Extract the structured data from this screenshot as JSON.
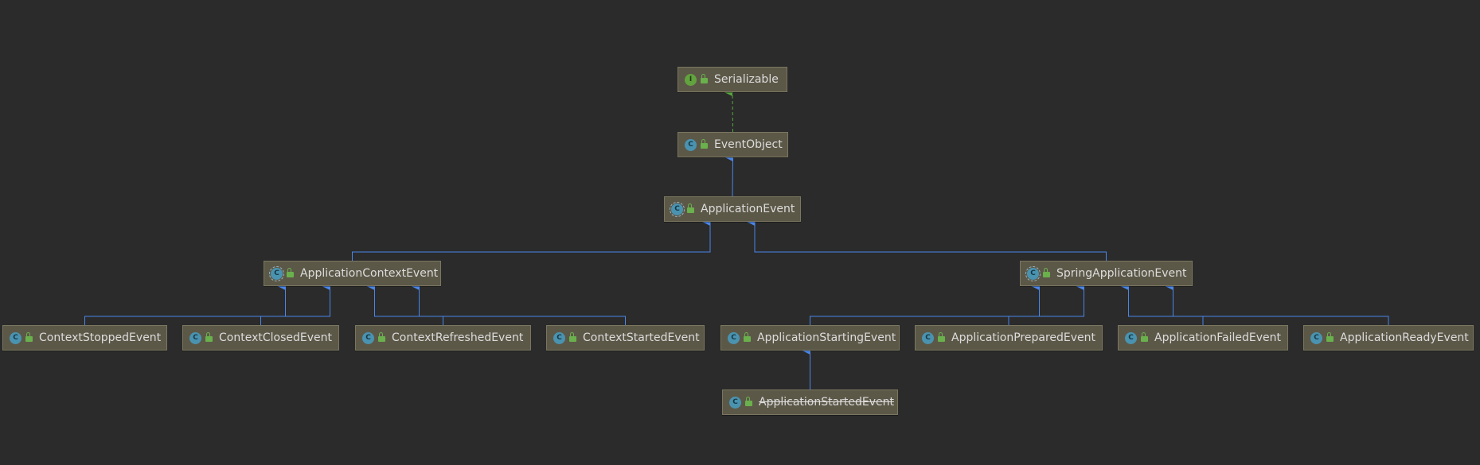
{
  "diagram": {
    "nodes": {
      "serializable": {
        "label": "Serializable",
        "kind": "interface",
        "badge": "I"
      },
      "event_object": {
        "label": "EventObject",
        "kind": "class",
        "badge": "C"
      },
      "application_event": {
        "label": "ApplicationEvent",
        "kind": "abstract",
        "badge": "C"
      },
      "application_context_event": {
        "label": "ApplicationContextEvent",
        "kind": "abstract",
        "badge": "C"
      },
      "spring_application_event": {
        "label": "SpringApplicationEvent",
        "kind": "abstract",
        "badge": "C"
      },
      "context_stopped_event": {
        "label": "ContextStoppedEvent",
        "kind": "class",
        "badge": "C"
      },
      "context_closed_event": {
        "label": "ContextClosedEvent",
        "kind": "class",
        "badge": "C"
      },
      "context_refreshed_event": {
        "label": "ContextRefreshedEvent",
        "kind": "class",
        "badge": "C"
      },
      "context_started_event": {
        "label": "ContextStartedEvent",
        "kind": "class",
        "badge": "C"
      },
      "application_starting_event": {
        "label": "ApplicationStartingEvent",
        "kind": "class",
        "badge": "C"
      },
      "application_prepared_event": {
        "label": "ApplicationPreparedEvent",
        "kind": "class",
        "badge": "C"
      },
      "application_failed_event": {
        "label": "ApplicationFailedEvent",
        "kind": "class",
        "badge": "C"
      },
      "application_ready_event": {
        "label": "ApplicationReadyEvent",
        "kind": "class",
        "badge": "C"
      },
      "application_started_event": {
        "label": "ApplicationStartedEvent",
        "kind": "class",
        "badge": "C",
        "deprecated": true
      }
    },
    "relations": [
      {
        "from": "event_object",
        "to": "serializable",
        "type": "implements"
      },
      {
        "from": "application_event",
        "to": "event_object",
        "type": "extends"
      },
      {
        "from": "application_context_event",
        "to": "application_event",
        "type": "extends"
      },
      {
        "from": "spring_application_event",
        "to": "application_event",
        "type": "extends"
      },
      {
        "from": "context_stopped_event",
        "to": "application_context_event",
        "type": "extends"
      },
      {
        "from": "context_closed_event",
        "to": "application_context_event",
        "type": "extends"
      },
      {
        "from": "context_refreshed_event",
        "to": "application_context_event",
        "type": "extends"
      },
      {
        "from": "context_started_event",
        "to": "application_context_event",
        "type": "extends"
      },
      {
        "from": "application_starting_event",
        "to": "spring_application_event",
        "type": "extends"
      },
      {
        "from": "application_prepared_event",
        "to": "spring_application_event",
        "type": "extends"
      },
      {
        "from": "application_failed_event",
        "to": "spring_application_event",
        "type": "extends"
      },
      {
        "from": "application_ready_event",
        "to": "spring_application_event",
        "type": "extends"
      },
      {
        "from": "application_started_event",
        "to": "application_starting_event",
        "type": "extends"
      }
    ],
    "colors": {
      "background": "#2b2b2b",
      "node_fill": "#5c5848",
      "extends_line": "#4a86e8",
      "implements_line": "#58a53f",
      "class_badge": "#4a93b0",
      "interface_badge": "#62a23f",
      "lock_icon": "#6ab04c"
    },
    "icons": {
      "class": "class-badge-icon",
      "abstract": "abstract-class-badge-icon",
      "interface": "interface-badge-icon",
      "visibility": "public-lock-icon"
    }
  }
}
